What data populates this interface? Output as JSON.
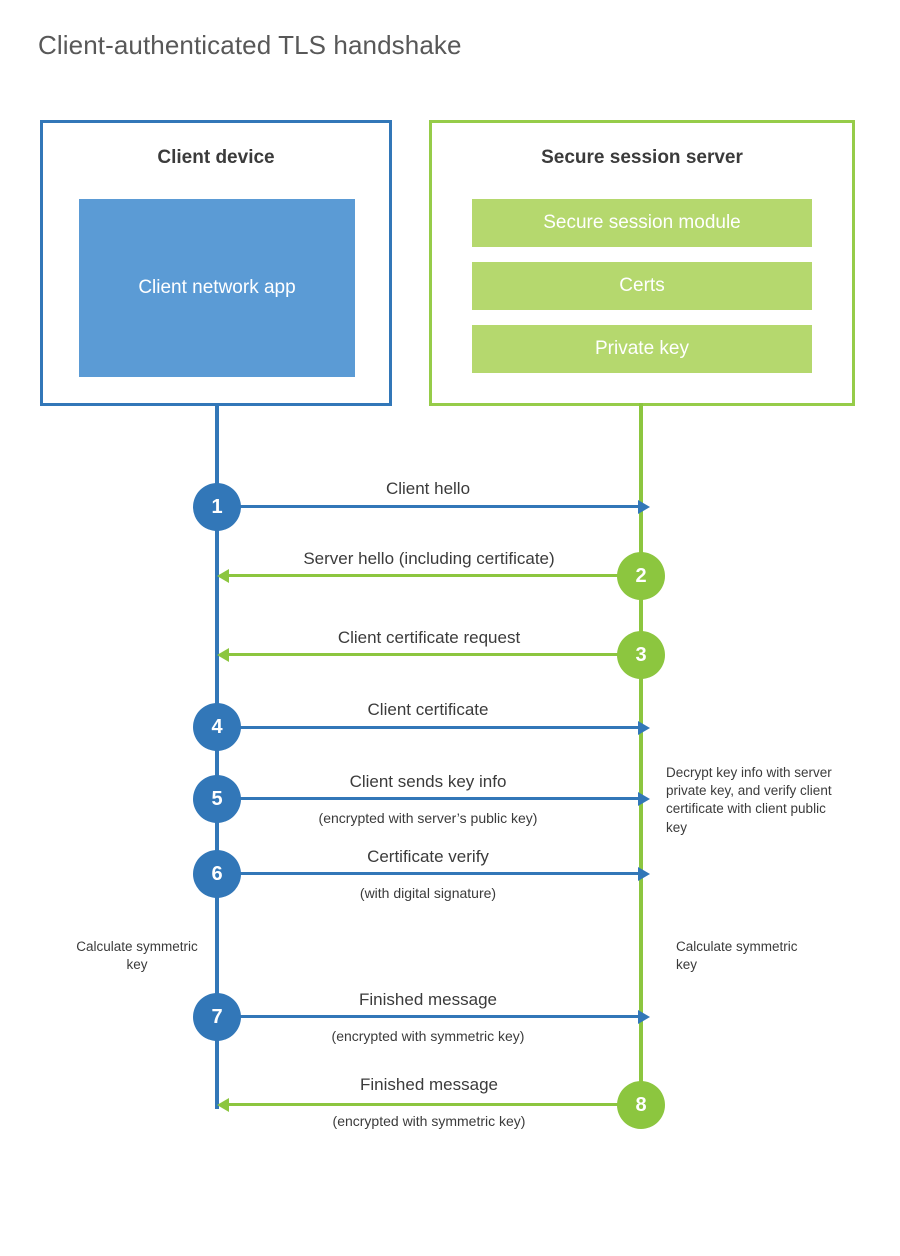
{
  "title": "Client-authenticated TLS handshake",
  "colors": {
    "client_blue": "#3277b8",
    "client_app_fill": "#5b9bd5",
    "server_green": "#96cc49",
    "server_arrow_green": "#8cc63f",
    "server_module_fill": "#b5d86e",
    "title_text": "#585858",
    "body_text": "#3b3b3b"
  },
  "entities": {
    "client": {
      "title": "Client device",
      "app_label": "Client network app"
    },
    "server": {
      "title": "Secure session server",
      "modules": [
        "Secure session module",
        "Certs",
        "Private key"
      ]
    }
  },
  "steps": [
    {
      "number": "1",
      "direction": "client-to-server",
      "primary": "Client hello",
      "sub": ""
    },
    {
      "number": "2",
      "direction": "server-to-client",
      "primary": "Server hello (including certificate)",
      "sub": ""
    },
    {
      "number": "3",
      "direction": "server-to-client",
      "primary": "Client certificate request",
      "sub": ""
    },
    {
      "number": "4",
      "direction": "client-to-server",
      "primary": "Client certificate",
      "sub": ""
    },
    {
      "number": "5",
      "direction": "client-to-server",
      "primary": "Client sends key info",
      "sub": "(encrypted with server’s public key)"
    },
    {
      "number": "6",
      "direction": "client-to-server",
      "primary": "Certificate verify",
      "sub": "(with digital signature)"
    },
    {
      "number": "7",
      "direction": "client-to-server",
      "primary": "Finished message",
      "sub": "(encrypted with symmetric key)"
    },
    {
      "number": "8",
      "direction": "server-to-client",
      "primary": "Finished message",
      "sub": "(encrypted with symmetric key)"
    }
  ],
  "annotations": {
    "server_decrypt": "Decrypt key info with server private key, and verify client certificate with client public key",
    "client_calculate": "Calculate symmetric key",
    "server_calculate": "Calculate symmetric key"
  }
}
